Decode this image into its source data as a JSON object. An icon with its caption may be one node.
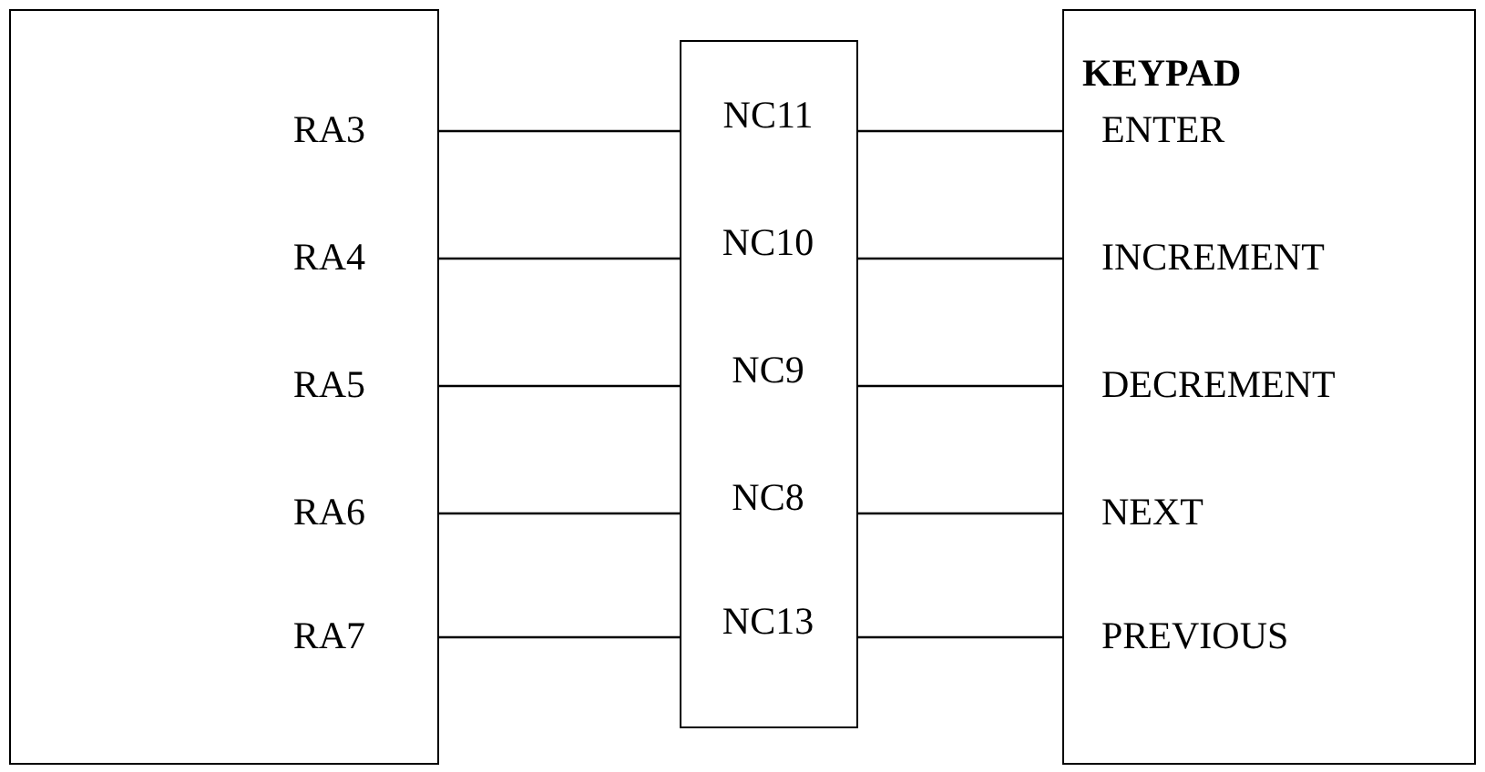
{
  "diagram": {
    "nodes": [
      {
        "text": [],
        "shape": "box"
      },
      {
        "text": [
          "RA3"
        ],
        "in": 0
      },
      {
        "text": [
          "RA4"
        ],
        "in": 0
      },
      {
        "text": [
          "RA5"
        ],
        "in": 0
      },
      {
        "text": [
          "RA6"
        ],
        "in": 0
      },
      {
        "text": [
          "RA7"
        ],
        "in": 0
      },
      {
        "text": [],
        "shape": "box"
      },
      {
        "text": [
          "NC11"
        ],
        "in": 6
      },
      {
        "text": [
          "NC10"
        ],
        "in": 6
      },
      {
        "text": [
          "NC9"
        ],
        "in": 6
      },
      {
        "text": [
          "NC8"
        ],
        "in": 6
      },
      {
        "text": [
          "NC13"
        ],
        "in": 6
      },
      {
        "text": [
          "KEYPAD"
        ]
      },
      {
        "text": [
          "ENTER"
        ],
        "in": 12
      },
      {
        "text": [
          "INCREMENT"
        ],
        "in": 12
      },
      {
        "text": [
          "DECREMENT"
        ],
        "in": 12
      },
      {
        "text": [
          "NEXT"
        ],
        "in": 12
      },
      {
        "text": [
          "PREVIOUS"
        ],
        "in": 12
      }
    ],
    "edges": [
      {
        "from": 1,
        "to": 7,
        "arrow": "none"
      },
      {
        "from": 2,
        "to": 8,
        "arrow": "none"
      },
      {
        "from": 3,
        "to": 9,
        "arrow": "none"
      },
      {
        "from": 4,
        "to": 10,
        "arrow": "none"
      },
      {
        "from": 5,
        "to": 11,
        "arrow": "none"
      },
      {
        "from": 7,
        "to": 13,
        "arrow": "none"
      },
      {
        "from": 8,
        "to": 14,
        "arrow": "none"
      },
      {
        "from": 9,
        "to": 15,
        "arrow": "none"
      },
      {
        "from": 10,
        "to": 16,
        "arrow": "none"
      },
      {
        "from": 11,
        "to": 17,
        "arrow": "none"
      }
    ]
  }
}
